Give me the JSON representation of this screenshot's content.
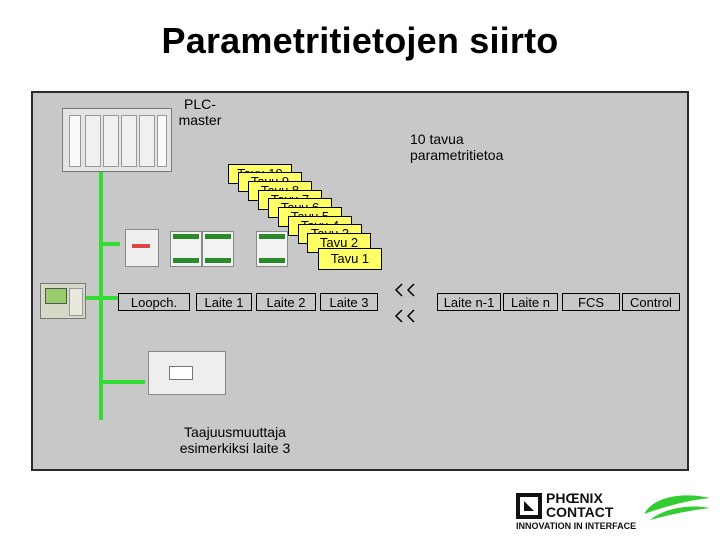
{
  "title": "Parametritietojen siirto",
  "plc_label": "PLC-\nmaster",
  "param_note": "10  tavua\nparametritietoa",
  "tavu_stack": [
    "Tavu 10",
    "Tavu 9",
    "Tavu 8",
    "Tavu 7",
    "Tavu 6",
    "Tavu 5",
    "Tavu 4",
    "Tavu 3",
    "Tavu 2",
    "Tavu 1"
  ],
  "bus_labels": [
    "Loopch.",
    "Laite 1",
    "Laite 2",
    "Laite 3",
    "Laite n-1",
    "Laite n",
    "FCS",
    "Control"
  ],
  "converter_label": "Taajuusmuuttaja\nesimerkiksi laite 3",
  "logo": {
    "line1": "PHŒNIX",
    "line2": "CONTACT",
    "tagline": "INNOVATION IN INTERFACE"
  },
  "colors": {
    "bus_green": "#33dd33",
    "tavu_yellow": "#ffff66",
    "panel_gray": "#c8c8c8",
    "logo_green": "#33cc33"
  }
}
